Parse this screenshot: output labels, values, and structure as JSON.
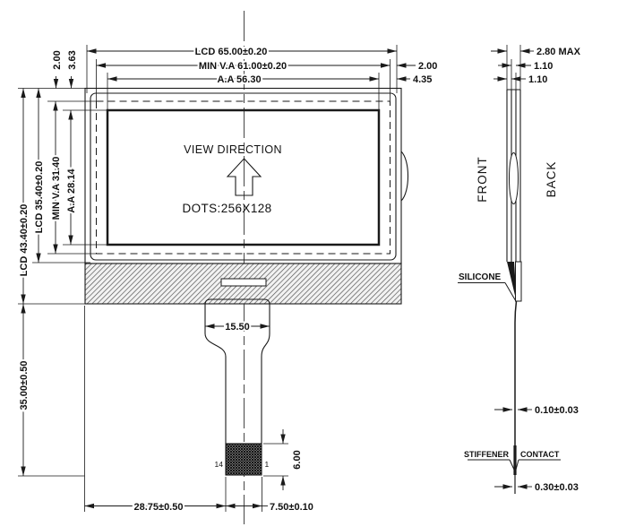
{
  "drawing": {
    "colors": {
      "line": "#1a1a1a",
      "background": "#ffffff"
    },
    "front_view": {
      "view_direction": "VIEW DIRECTION",
      "dots": "DOTS:256X128",
      "dim_width_lcd": "LCD 65.00±0.20",
      "dim_width_minva": "MIN V.A 61.00±0.20",
      "dim_width_aa": "A.A 56.30",
      "inset_right_va": "2.00",
      "inset_right_aa": "4.35",
      "dim_height_module": "LCD 43.40±0.20",
      "dim_height_lcd": "LCD 35.40±0.20",
      "dim_height_minva": "MIN V.A 31.40",
      "dim_height_aa": "A.A 28.14",
      "inset_top_va": "2.00",
      "inset_top_aa": "3.63",
      "fpc": {
        "width": "15.50",
        "length": "35.00±0.50",
        "connector_offset": "28.75±0.50",
        "connector_width": "7.50±0.10",
        "connector_height": "6.00",
        "pin_last": "14",
        "pin_first": "1"
      }
    },
    "side_view": {
      "label_front": "FRONT",
      "label_back": "BACK",
      "label_silicone": "SILICONE",
      "label_stiffener": "STIFFENER",
      "label_contact": "CONTACT",
      "dim_thickness_max": "2.80 MAX",
      "dim_glass_a": "1.10",
      "dim_glass_b": "1.10",
      "dim_fpc_thickness": "0.10±0.03",
      "dim_contact_thickness": "0.30±0.03"
    }
  }
}
